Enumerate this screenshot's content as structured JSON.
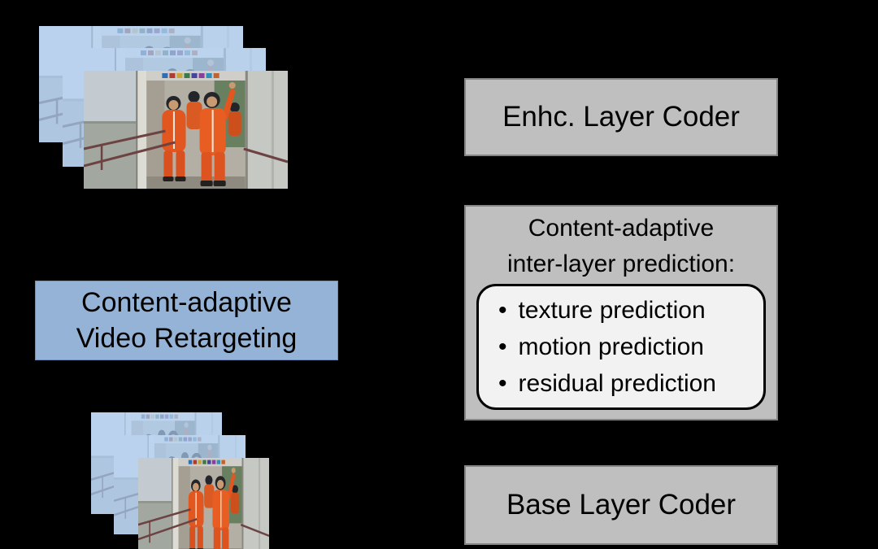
{
  "diagram": {
    "background_color": "#000000",
    "retargeting_box": {
      "line1": "Content-adaptive",
      "line2": "Video Retargeting",
      "fill_color": "#95b3d7"
    },
    "enhancement_layer_box": {
      "label": "Enhc. Layer Coder",
      "fill_color": "#bfbfbf"
    },
    "prediction_box": {
      "title_line1": "Content-adaptive",
      "title_line2": "inter-layer prediction:",
      "bullet_glyph": "•",
      "bullets": [
        "texture prediction",
        "motion prediction",
        "residual prediction"
      ],
      "fill_color": "#bfbfbf",
      "panel_fill_color": "#f2f2f2"
    },
    "base_layer_box": {
      "label": "Base Layer Coder",
      "fill_color": "#bfbfbf"
    },
    "icons": {
      "down_arrow": "down-arrow"
    }
  }
}
